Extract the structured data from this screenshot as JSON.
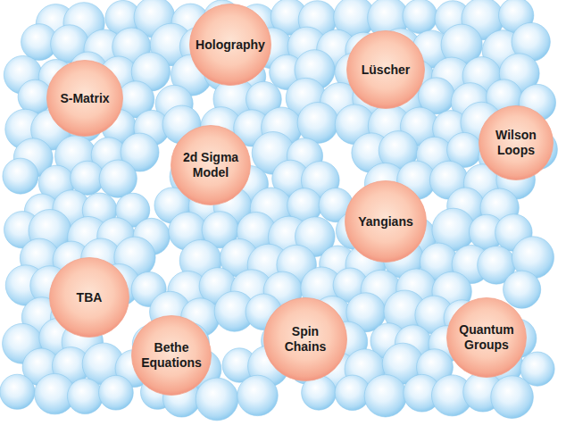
{
  "diagram": {
    "nodes": [
      {
        "text": [
          "Holography"
        ]
      },
      {
        "text": [
          "Lüscher"
        ]
      },
      {
        "text": [
          "S-Matrix"
        ]
      },
      {
        "text": [
          "Wilson Loops"
        ]
      },
      {
        "text": [
          "2d Sigma Model"
        ]
      },
      {
        "text": [
          "Yangians"
        ]
      },
      {
        "text": [
          "TBA"
        ]
      },
      {
        "text": [
          "Bethe Equations"
        ]
      },
      {
        "text": [
          "Spin Chains"
        ]
      },
      {
        "text": [
          "Quantum Groups"
        ]
      }
    ]
  }
}
